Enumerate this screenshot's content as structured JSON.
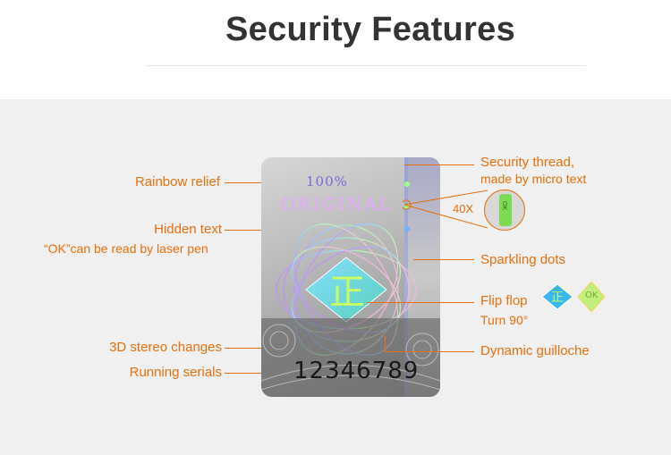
{
  "title": "Security Features",
  "colors": {
    "accent": "#e8700e",
    "panel": "#f0f0f0",
    "title": "#333333"
  },
  "left_labels": {
    "rainbow_relief": "Rainbow relief",
    "hidden_text": "Hidden text",
    "hidden_text_sub": "“OK”can be read by laser pen",
    "stereo": "3D stereo changes",
    "serials": "Running serials"
  },
  "right_labels": {
    "thread": "Security thread,",
    "thread_sub": "made by micro text",
    "zoom": "40X",
    "dots": "Sparkling dots",
    "flip": "Flip flop",
    "flip_sub": "Turn 90°",
    "guilloche": "Dynamic guilloche"
  },
  "hologram": {
    "percent": "100%",
    "word": "ORIGINAL",
    "glyph": "正",
    "serial": "12346789",
    "loupe_text": "OK"
  },
  "flip_icons": [
    "正",
    "OK"
  ]
}
